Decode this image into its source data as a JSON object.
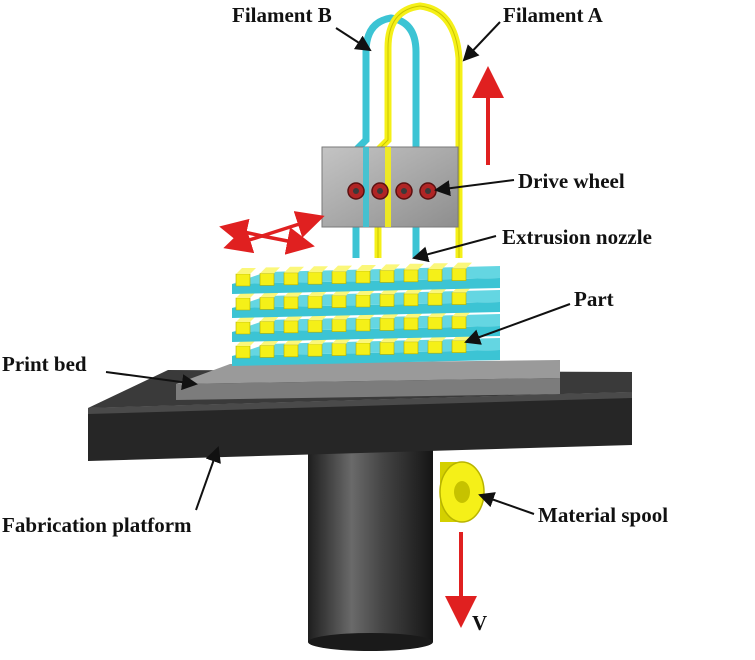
{
  "labels": {
    "filament_b": "Filament B",
    "filament_a": "Filament A",
    "drive_wheel": "Drive wheel",
    "extrusion_nozzle": "Extrusion nozzle",
    "part": "Part",
    "print_bed": "Print bed",
    "fabrication_platform": "Fabrication platform",
    "material_spool": "Material spool",
    "velocity": "V"
  },
  "colors": {
    "filament_a": "#f5f018",
    "filament_b": "#3cc4d4",
    "arrow": "#e02020",
    "platform": "#2c2c2c",
    "bed": "#8a8a8a",
    "head": "#a8a8a8",
    "wheel": "#b02525"
  },
  "structure": {
    "part_layer_pairs": 4,
    "filament_ribs_per_layer": 10,
    "drive_wheels": 4
  }
}
